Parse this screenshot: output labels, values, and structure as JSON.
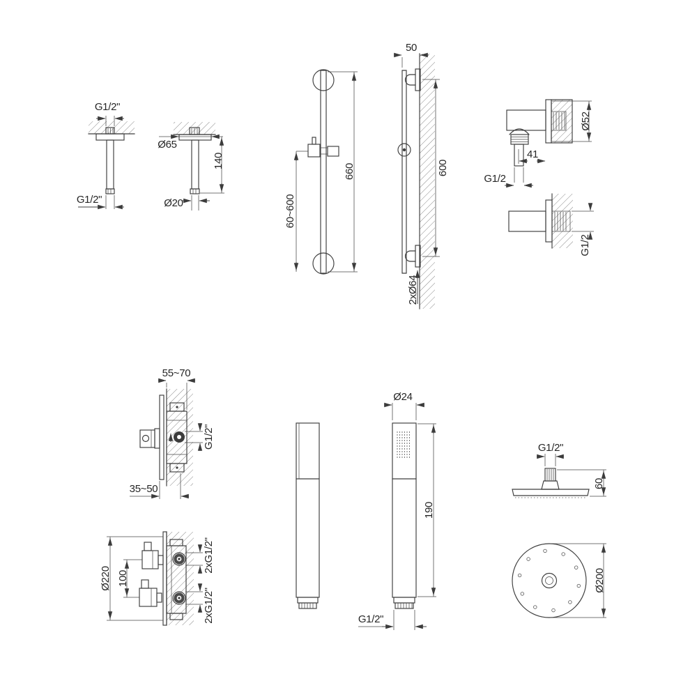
{
  "components": {
    "ceiling_arm_front": {
      "top_thread": "G1/2\"",
      "bottom_thread": "G1/2\""
    },
    "ceiling_arm_side": {
      "flange_dia": "Ø65",
      "length": "140",
      "pipe_dia": "Ø20"
    },
    "slide_bar_front": {
      "length": "660",
      "adjust_range": "60~600"
    },
    "slide_bar_side": {
      "wall_offset": "50",
      "mount_spacing": "600",
      "flange_dia": "2xØ64"
    },
    "wall_elbow_side": {
      "flange_dia": "Ø52",
      "projection": "41",
      "thread": "G1/2"
    },
    "wall_elbow_top": {
      "thread": "G1/2"
    },
    "stop_valve": {
      "depth_top": "55~70",
      "outlet": "G1/2\"",
      "depth_bottom": "35~50"
    },
    "thermostat": {
      "plate_dia": "Ø220",
      "port_spacing": "100",
      "top_ports": "2xG1/2\"",
      "bottom_ports": "2xG1/2\""
    },
    "hand_shower": {
      "dia": "Ø24",
      "length": "190",
      "thread": "G1/2\""
    },
    "head_shower": {
      "thread": "G1/2\"",
      "height": "60",
      "dia": "Ø200"
    }
  }
}
